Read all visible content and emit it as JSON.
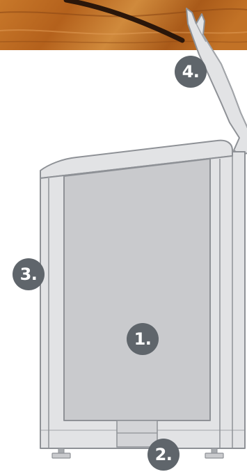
{
  "colors": {
    "badge": "#5f656b",
    "cabinet_fill": "#e2e3e5",
    "cabinet_stroke": "#8e9196",
    "panel_fill": "#c9cacd",
    "wood": "#b4661f"
  },
  "callouts": [
    {
      "label": "1."
    },
    {
      "label": "2."
    },
    {
      "label": "3."
    },
    {
      "label": "4."
    }
  ]
}
